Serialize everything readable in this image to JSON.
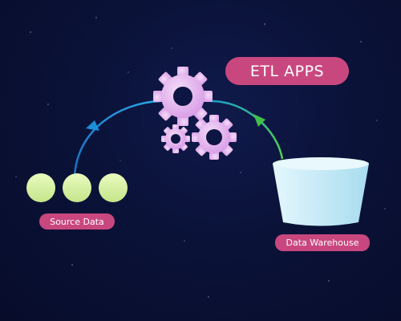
{
  "title": "ETL APPS",
  "source": {
    "label": "Source Data"
  },
  "destination": {
    "label": "Data Warehouse"
  },
  "colors": {
    "background": "#0a1238",
    "pill": "#c9477f",
    "gear": "#e6bdf0",
    "source_dot": "#d9f3a4",
    "warehouse": "#cdeef9",
    "arrow_in": "#1c8fd6",
    "arrow_out": "#3fc04a"
  },
  "icons": [
    "gear-icon",
    "data-circle",
    "container-icon",
    "arrow-icon"
  ]
}
